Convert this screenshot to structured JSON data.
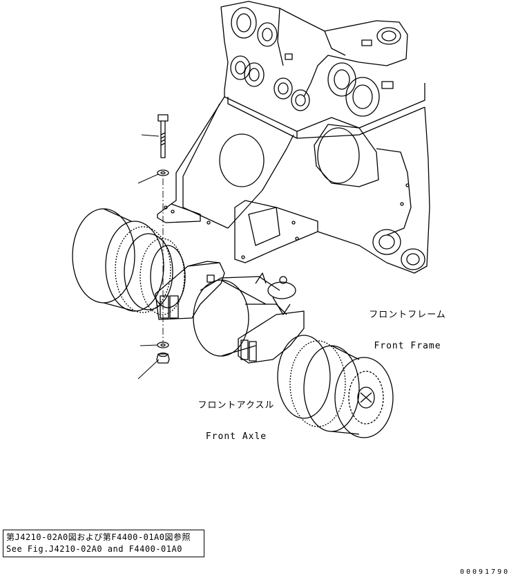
{
  "labels": {
    "front_frame": {
      "jp": "フロントフレーム",
      "en": "Front Frame"
    },
    "front_axle": {
      "jp": "フロントアクスル",
      "en": "Front Axle"
    }
  },
  "reference_note": {
    "line1": "第J4210-02A0図および第F4400-01A0図参照",
    "line2": "See Fig.J4210-02A0 and F4400-01A0"
  },
  "drawing_number": "00091790",
  "line_color": "#000000"
}
